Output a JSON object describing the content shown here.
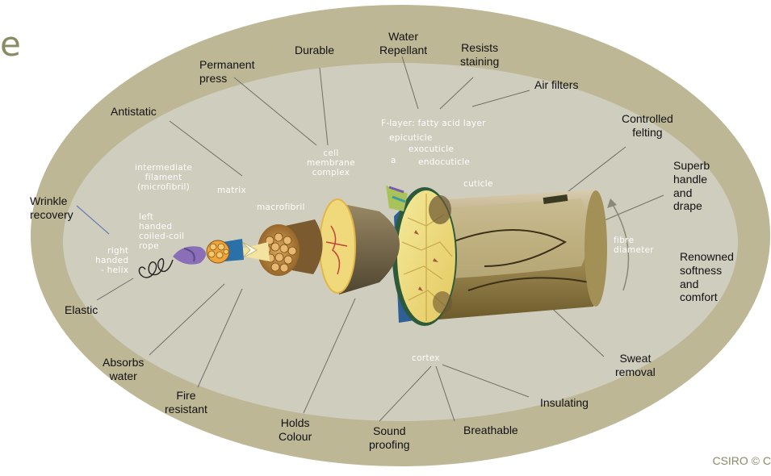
{
  "partial_text": "e",
  "credit": "CSIRO © C",
  "properties": {
    "wrinkle_recovery": "Wrinkle\nrecovery",
    "elastic": "Elastic",
    "absorbs_water": "Absorbs\nwater",
    "fire_resistant": "Fire\nresistant",
    "holds_colour": "Holds\nColour",
    "sound_proofing": "Sound\nproofing",
    "breathable": "Breathable",
    "insulating": "Insulating",
    "sweat_removal": "Sweat\nremoval",
    "renowned_softness": "Renowned\nsoftness\nand\ncomfort",
    "superb_handle": "Superb\nhandle\nand\ndrape",
    "controlled_felting": "Controlled\nfelting",
    "air_filters": "Air filters",
    "resists_staining": "Resists\nstaining",
    "water_repellant": "Water\nRepellant",
    "durable": "Durable",
    "permanent_press": "Permanent\npress",
    "antistatic": "Antistatic"
  },
  "structure": {
    "intermediate_filament": "intermediate\nfilament\n(microfibril)",
    "matrix": "matrix",
    "macrofibril": "macrofibril",
    "cell_membrane_complex": "cell\nmembrane\ncomplex",
    "f_layer": "F-layer: fatty acid layer",
    "epicuticle": "epicuticle",
    "exocuticle": "exocuticle",
    "a_layer": "a",
    "endocuticle": "endocuticle",
    "cuticle": "cuticle",
    "left_handed": "left\nhanded\ncoiled-coil\nrope",
    "right_handed": "right\nhanded\n- helix",
    "fibre_diameter": "fibre\ndiameter",
    "cortex": "cortex"
  },
  "colors": {
    "outer_ellipse": "#bdb796",
    "inner_ellipse": "#cfcdbd",
    "leader_line": "#6f6f66",
    "fibre_body": "#b09a5a",
    "cuticle_scale": "#8a7a3c",
    "cortex_face": "#efe5a0",
    "cell_lines": "#c8a84a",
    "helix_blue": "#2e6f9e",
    "helix_purple": "#8a6fb8"
  }
}
